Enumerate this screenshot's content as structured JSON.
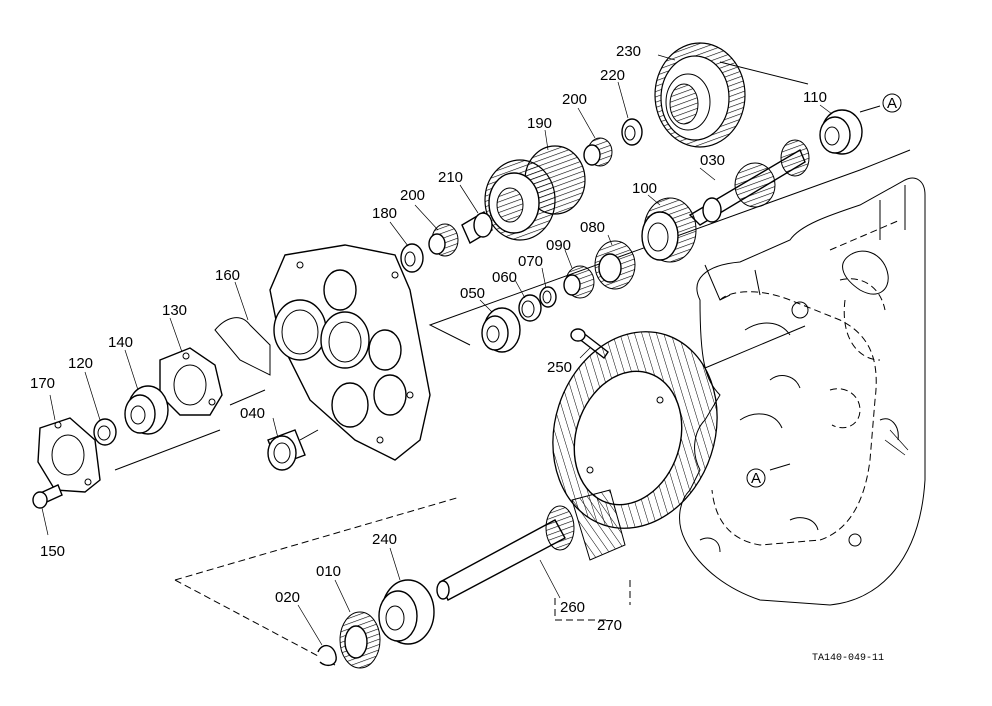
{
  "diagram": {
    "drawing_code": "TA140-049-11",
    "ref_mark": "A",
    "parts": [
      {
        "id": "p010",
        "label": "010"
      },
      {
        "id": "p020",
        "label": "020"
      },
      {
        "id": "p030",
        "label": "030"
      },
      {
        "id": "p040",
        "label": "040"
      },
      {
        "id": "p050",
        "label": "050"
      },
      {
        "id": "p060",
        "label": "060"
      },
      {
        "id": "p070",
        "label": "070"
      },
      {
        "id": "p080",
        "label": "080"
      },
      {
        "id": "p090",
        "label": "090"
      },
      {
        "id": "p100",
        "label": "100"
      },
      {
        "id": "p110",
        "label": "110"
      },
      {
        "id": "p120",
        "label": "120"
      },
      {
        "id": "p130",
        "label": "130"
      },
      {
        "id": "p140",
        "label": "140"
      },
      {
        "id": "p150",
        "label": "150"
      },
      {
        "id": "p160",
        "label": "160"
      },
      {
        "id": "p170",
        "label": "170"
      },
      {
        "id": "p180",
        "label": "180"
      },
      {
        "id": "p190",
        "label": "190"
      },
      {
        "id": "p200a",
        "label": "200"
      },
      {
        "id": "p200b",
        "label": "200"
      },
      {
        "id": "p210",
        "label": "210"
      },
      {
        "id": "p220",
        "label": "220"
      },
      {
        "id": "p230",
        "label": "230"
      },
      {
        "id": "p240",
        "label": "240"
      },
      {
        "id": "p250",
        "label": "250"
      },
      {
        "id": "p260",
        "label": "260"
      },
      {
        "id": "p270",
        "label": "270"
      }
    ]
  }
}
